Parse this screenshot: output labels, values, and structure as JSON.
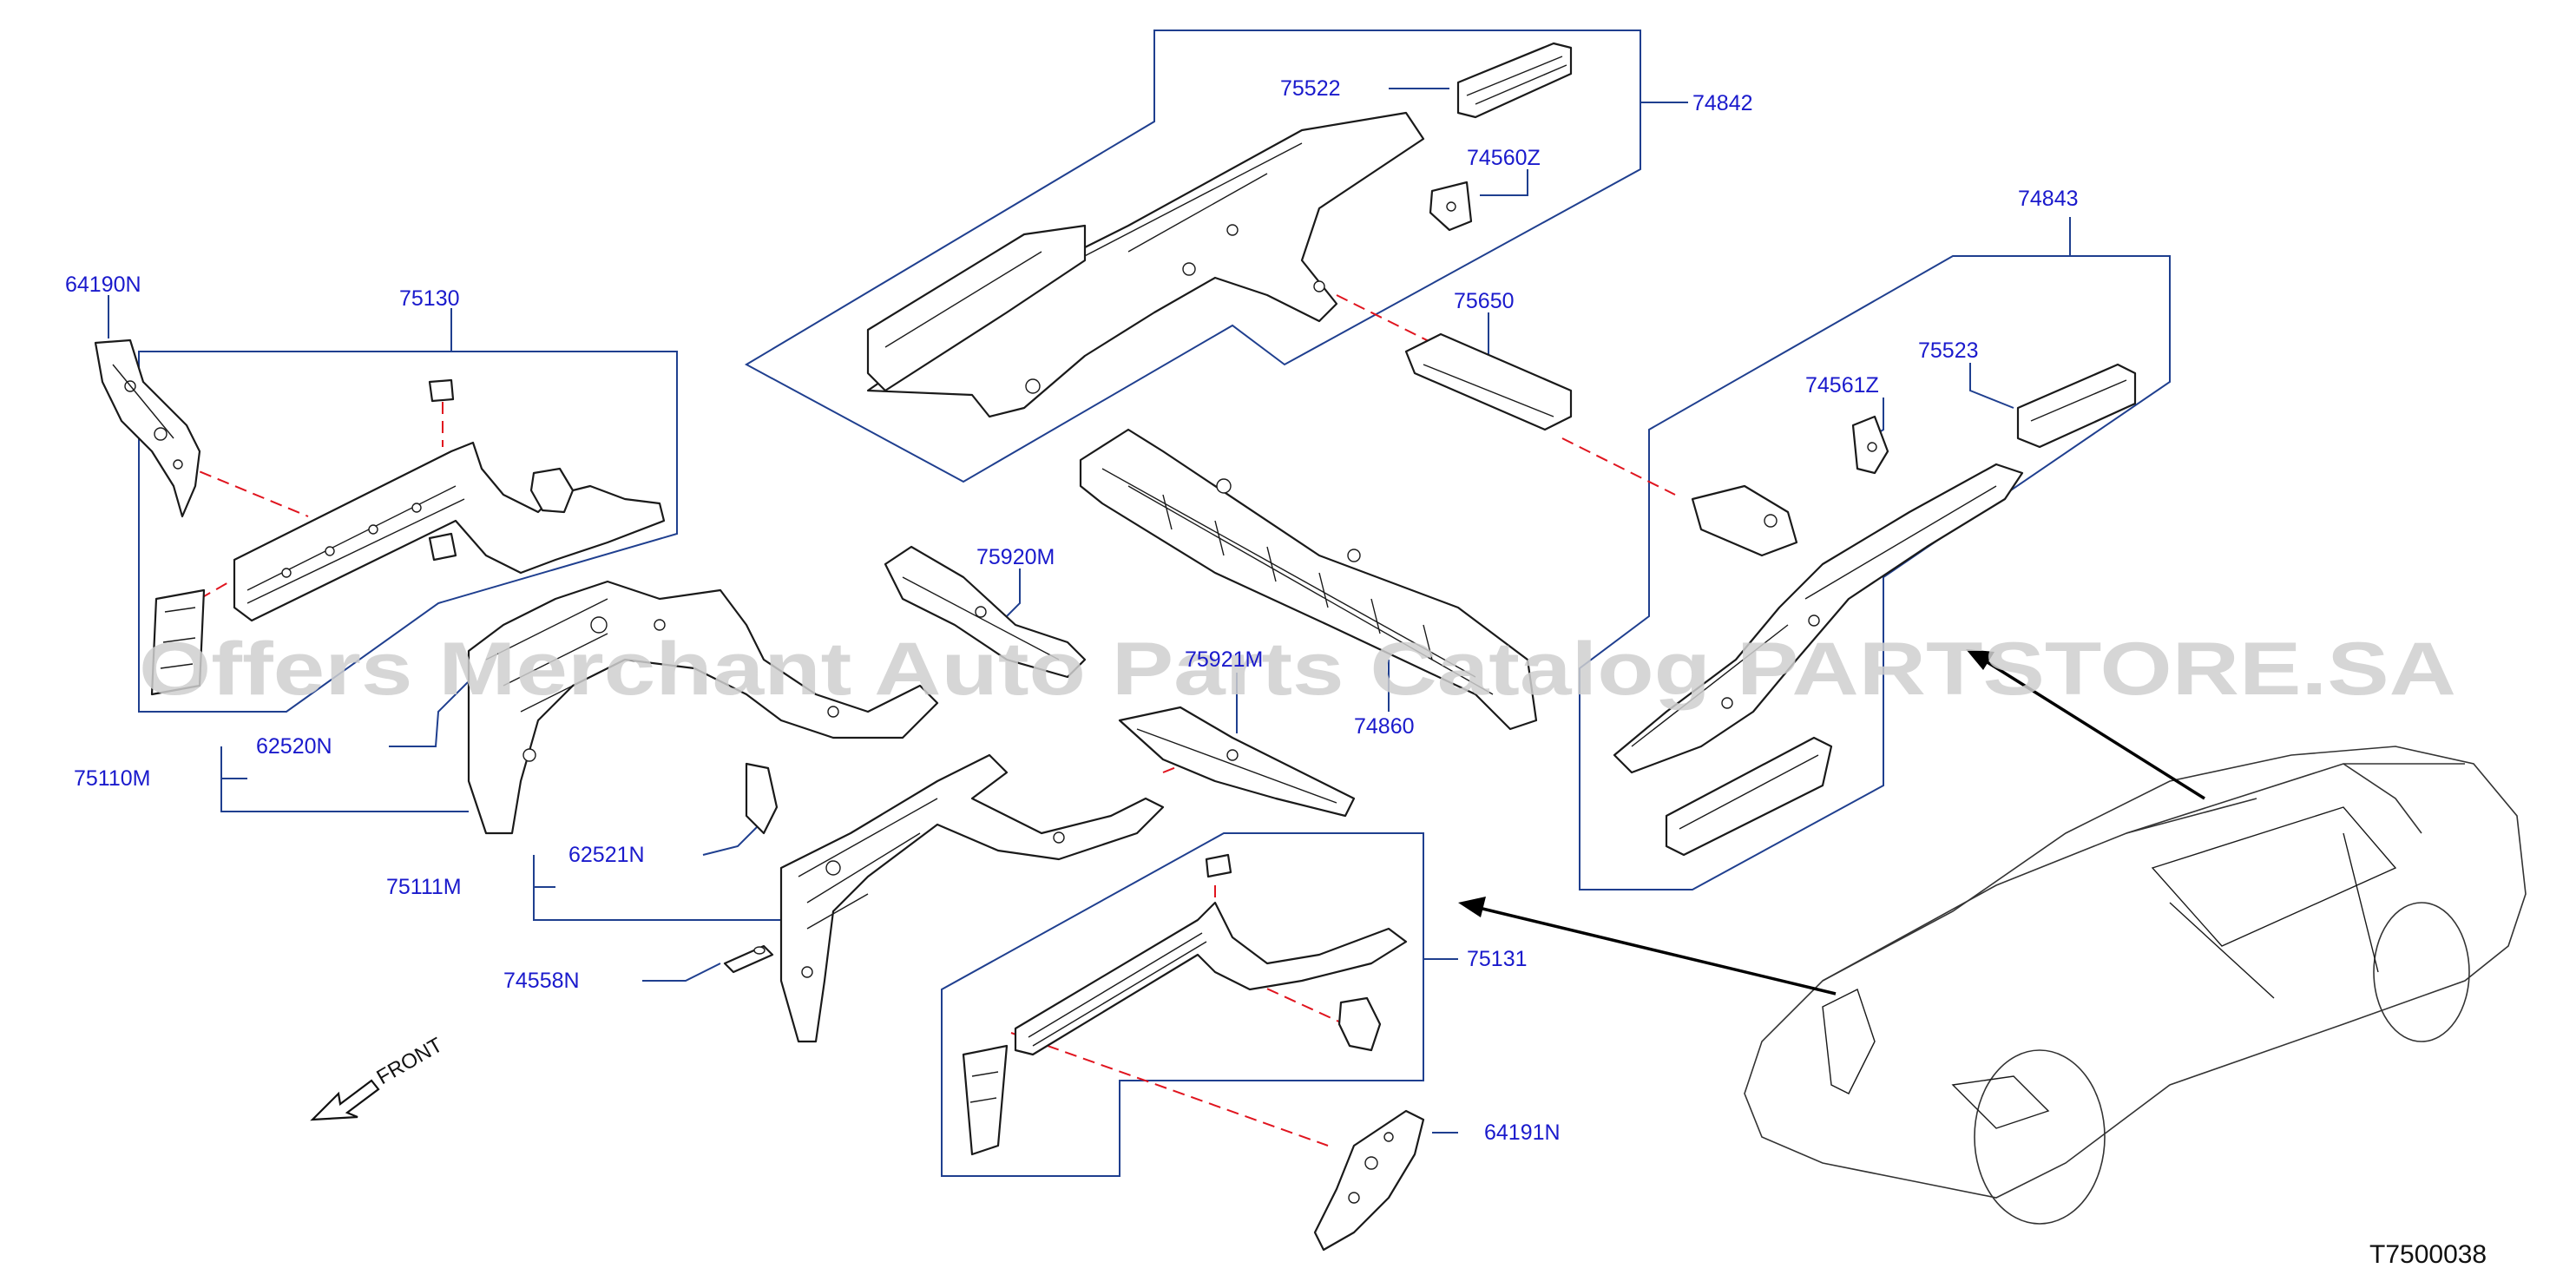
{
  "diagram": {
    "code": "T7500038",
    "front_label": "FRONT",
    "watermark": "Offers Merchant Auto Parts Catalog PARTSTORE.SA",
    "parts": {
      "p64190N": "64190N",
      "p75130": "75130",
      "p75522": "75522",
      "p74842": "74842",
      "p74560Z": "74560Z",
      "p74843": "74843",
      "p75650": "75650",
      "p75523": "75523",
      "p74561Z": "74561Z",
      "p75920M": "75920M",
      "p75921M": "75921M",
      "p74860": "74860",
      "p62520N": "62520N",
      "p75110M": "75110M",
      "p62521N": "62521N",
      "p75111M": "75111M",
      "p74558N": "74558N",
      "p75131": "75131",
      "p64191N": "64191N"
    }
  }
}
